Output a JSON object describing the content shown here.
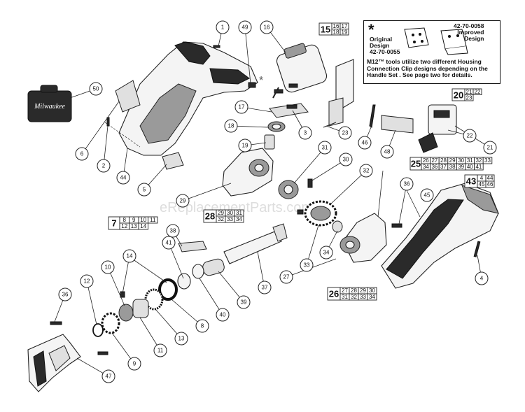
{
  "watermark": "eReplacementParts.com",
  "brand_logo_text": "Milwaukee",
  "callouts": [
    {
      "id": "1",
      "label": "1"
    },
    {
      "id": "49",
      "label": "49"
    },
    {
      "id": "16",
      "label": "16"
    },
    {
      "id": "50",
      "label": "50"
    },
    {
      "id": "17",
      "label": "17"
    },
    {
      "id": "3",
      "label": "3"
    },
    {
      "id": "23",
      "label": "23"
    },
    {
      "id": "18",
      "label": "18"
    },
    {
      "id": "19",
      "label": "19"
    },
    {
      "id": "6",
      "label": "6"
    },
    {
      "id": "2",
      "label": "2"
    },
    {
      "id": "44",
      "label": "44"
    },
    {
      "id": "5",
      "label": "5"
    },
    {
      "id": "46",
      "label": "46"
    },
    {
      "id": "48",
      "label": "48"
    },
    {
      "id": "22",
      "label": "22"
    },
    {
      "id": "21",
      "label": "21"
    },
    {
      "id": "31",
      "label": "31"
    },
    {
      "id": "30",
      "label": "30"
    },
    {
      "id": "32",
      "label": "32"
    },
    {
      "id": "36a",
      "label": "36"
    },
    {
      "id": "45",
      "label": "45"
    },
    {
      "id": "29",
      "label": "29"
    },
    {
      "id": "38",
      "label": "38"
    },
    {
      "id": "41",
      "label": "41"
    },
    {
      "id": "34",
      "label": "34"
    },
    {
      "id": "33",
      "label": "33"
    },
    {
      "id": "14",
      "label": "14"
    },
    {
      "id": "10",
      "label": "10"
    },
    {
      "id": "12",
      "label": "12"
    },
    {
      "id": "36b",
      "label": "36"
    },
    {
      "id": "37",
      "label": "37"
    },
    {
      "id": "27",
      "label": "27"
    },
    {
      "id": "4",
      "label": "4"
    },
    {
      "id": "39",
      "label": "39"
    },
    {
      "id": "40",
      "label": "40"
    },
    {
      "id": "8",
      "label": "8"
    },
    {
      "id": "13",
      "label": "13"
    },
    {
      "id": "11",
      "label": "11"
    },
    {
      "id": "9",
      "label": "9"
    },
    {
      "id": "47",
      "label": "47"
    }
  ],
  "groups": [
    {
      "id": "g15",
      "main": "15",
      "rows": [
        [
          "16",
          "17"
        ],
        [
          "18",
          "19"
        ]
      ]
    },
    {
      "id": "g20",
      "main": "20",
      "rows": [
        [
          "21",
          "22"
        ],
        [
          "23"
        ]
      ]
    },
    {
      "id": "g25",
      "main": "25",
      "rows": [
        [
          "26",
          "27",
          "28",
          "29",
          "30",
          "31",
          "32",
          "33"
        ],
        [
          "34",
          "36",
          "37",
          "38",
          "39",
          "40",
          "41"
        ]
      ]
    },
    {
      "id": "g43",
      "main": "43",
      "rows": [
        [
          "4",
          "44"
        ],
        [
          "45",
          "46"
        ]
      ]
    },
    {
      "id": "g7",
      "main": "7",
      "rows": [
        [
          "8",
          "9",
          "10",
          "11"
        ],
        [
          "12",
          "13",
          "14"
        ]
      ]
    },
    {
      "id": "g28",
      "main": "28",
      "rows": [
        [
          "29",
          "30",
          "31"
        ],
        [
          "32",
          "33",
          "34"
        ]
      ]
    },
    {
      "id": "g26",
      "main": "26",
      "rows": [
        [
          "27",
          "28",
          "29",
          "30"
        ],
        [
          "31",
          "32",
          "33",
          "34"
        ]
      ]
    }
  ],
  "note": {
    "star": "*",
    "original_label": "Original\nDesign\n42-70-0055",
    "improved_label": "42-70-0058\nImproved\nDesign",
    "text": "M12™ tools utilize two different Housing Connection Clip designs depending on the Handle Set . See page two for details."
  },
  "asterisk_marker": "*"
}
